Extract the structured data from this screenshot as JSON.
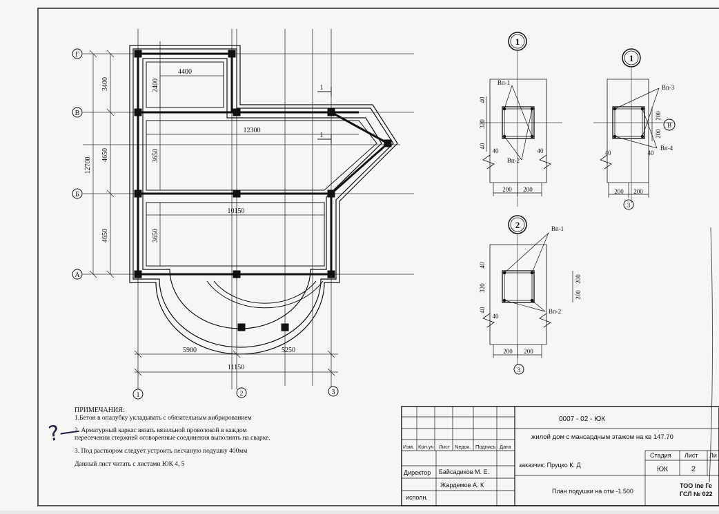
{
  "plan": {
    "axes_rows": [
      "Г",
      "В",
      "Б",
      "А"
    ],
    "axes_cols": [
      "1",
      "2",
      "3"
    ],
    "dims": {
      "d_3400": "3400",
      "d_4650_top": "4650",
      "d_4650_bot": "4650",
      "d_12700": "12700",
      "d_4400": "4400",
      "d_2400": "2400",
      "d_12300": "12300",
      "d_3650_top": "3650",
      "d_10150": "10150",
      "d_3650_bot": "3650",
      "d_5900": "5900",
      "d_5250": "5250",
      "d_11150": "11150"
    },
    "section_mark": "1"
  },
  "details": {
    "d1": {
      "num": "1",
      "vp1": "Вп-1",
      "vp2": "Вп-2",
      "dim40a": "40",
      "dim320": "320",
      "dim40b": "40",
      "dim40c": "40",
      "dim40d": "40",
      "dim200a": "200",
      "dim200b": "200"
    },
    "d1b": {
      "num": "1",
      "vp3": "Вп-3",
      "vp4": "Вп-4",
      "axis": "В",
      "axis_bot": "3",
      "dim200a": "200",
      "dim200b": "200",
      "dim40a": "40",
      "dim40b": "40",
      "dim200c": "200",
      "dim200d": "200"
    },
    "d2": {
      "num": "2",
      "vp1": "Вп-1",
      "vp2": "Вп-2",
      "dim40a": "40",
      "dim320": "320",
      "dim40b": "40",
      "dim40c": "40",
      "dim200r1": "200",
      "dim200r2": "200",
      "dim200a": "200",
      "dim200b": "200",
      "axis_bot": "3"
    }
  },
  "notes": {
    "title": "ПРИМЕЧАНИЯ:",
    "n1": "1.Бетон в опалубку укладывать с обязательным вибрированием",
    "n2": "2. Арматурный каркас вязать вязальной проволокой в каждом пересечении стержней оговоренные соединения выполнять на сварке.",
    "n3": "3. Под раствором следует устроить песчаную подушку 400мм",
    "n4": "Данный лист читать с листами ЮК 4, 5",
    "handwritten": "?—"
  },
  "title_block": {
    "code": "0007 - 02 - ЮК",
    "project": "жилой дом с мансардным этажом на кв 147.70",
    "col_headers": [
      "Изм.",
      "Кол.уч",
      "Лист",
      "Nедок.",
      "Подпись",
      "Дата"
    ],
    "director_role": "Директор",
    "director_name": "Байсадиков М. Е.",
    "executor_role": "исполн.",
    "executor_name": "Жардемов А. К",
    "customer": "заказчик: Пруцко К. Д",
    "sheet_title": "План подушки на отм -1.500",
    "stage_label": "Стадия",
    "sheet_label": "Лист",
    "sheets_label": "Ли",
    "stage_value": "ЮК",
    "sheet_value": "2",
    "org_line1": "ТОО Ine Ге",
    "org_line2": "ГСЛ № 022"
  }
}
